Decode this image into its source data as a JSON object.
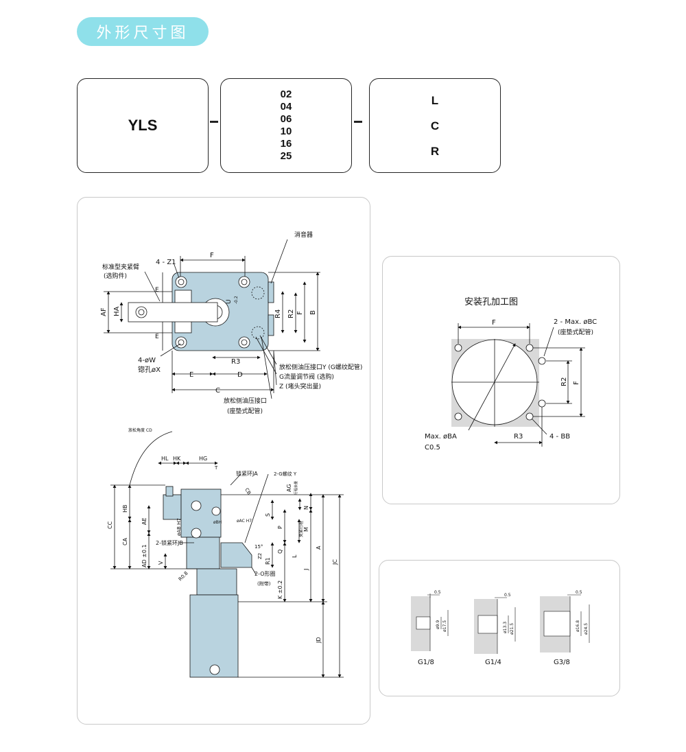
{
  "header": {
    "title": "外形尺寸图"
  },
  "model_code": {
    "prefix": "YLS",
    "separator": "–",
    "sizes": [
      "02",
      "04",
      "06",
      "10",
      "16",
      "25"
    ],
    "options": [
      "L",
      "C",
      "R"
    ]
  },
  "top_view": {
    "labels": {
      "muffler": "消音器",
      "std_arm": "标准型夹紧臂",
      "std_arm_note": "(选购件)",
      "holes_z1": "4 - Z1",
      "holes_w": "4-øW",
      "counterbore_x": "锪孔øX",
      "port_y": "放松侧油压接口Y (G螺纹配管)",
      "flow_valve": "G流量调节阀 (选购)",
      "z_note": "Z (堵头突出量)",
      "port_gasket": "放松侧油压接口",
      "port_gasket_note": "(座垫式配管)"
    },
    "dims": {
      "F": "F",
      "E": "E",
      "D": "D",
      "C": "C",
      "R3": "R3",
      "R4": "R4",
      "R2": "R2",
      "B": "B",
      "AF": "AF",
      "HA": "HA",
      "U": "U",
      "U_sub": "-0.2"
    }
  },
  "side_view": {
    "labels": {
      "release_angle": "放松角度 CD",
      "lock_ring_ja": "锁紧环JA",
      "thread_y": "2-G螺纹 Y",
      "ag": "AG",
      "ag_note": "行程余量",
      "lock_ring_jb": "2-锁紧环JB",
      "clamp_stroke": "夹紧行程",
      "oring": "2-O形圈",
      "oring_note": "(附带)",
      "ab_h7": "øAB H7",
      "ac_h7": "øAC H7",
      "bh": "øBH",
      "r08": "R0.8",
      "angle15": "15°"
    },
    "dims": [
      "HL",
      "HK",
      "HG",
      "CB",
      "HB",
      "CC",
      "CA",
      "AE",
      "AD ±0.1",
      "V",
      "S",
      "P",
      "Q",
      "R1",
      "L",
      "Z2",
      "K ±0.2",
      "J",
      "A",
      "JC",
      "JD",
      "N",
      "M",
      "T"
    ]
  },
  "mounting": {
    "title": "安装孔加工图",
    "labels": {
      "F_top": "F",
      "bc": "2 - Max. øBC",
      "bc_note": "(座垫式配管)",
      "R2": "R2",
      "F_side": "F",
      "ba": "Max. øBA",
      "c05": "C0.5",
      "R3": "R3",
      "bb": "4 - BB"
    }
  },
  "ports": [
    {
      "name": "G1/8",
      "top": "0.5",
      "d1": "ø9.9",
      "d2": "ø17.5"
    },
    {
      "name": "G1/4",
      "top": "0.5",
      "d1": "ø13.3",
      "d2": "ø21.5"
    },
    {
      "name": "G3/8",
      "top": "0.5",
      "d1": "ø16.8",
      "d2": "ø24.5"
    }
  ],
  "colors": {
    "accent": "#8fe0ea",
    "part_fill": "#b9d3df",
    "plate_fill": "#d9d9d9"
  }
}
